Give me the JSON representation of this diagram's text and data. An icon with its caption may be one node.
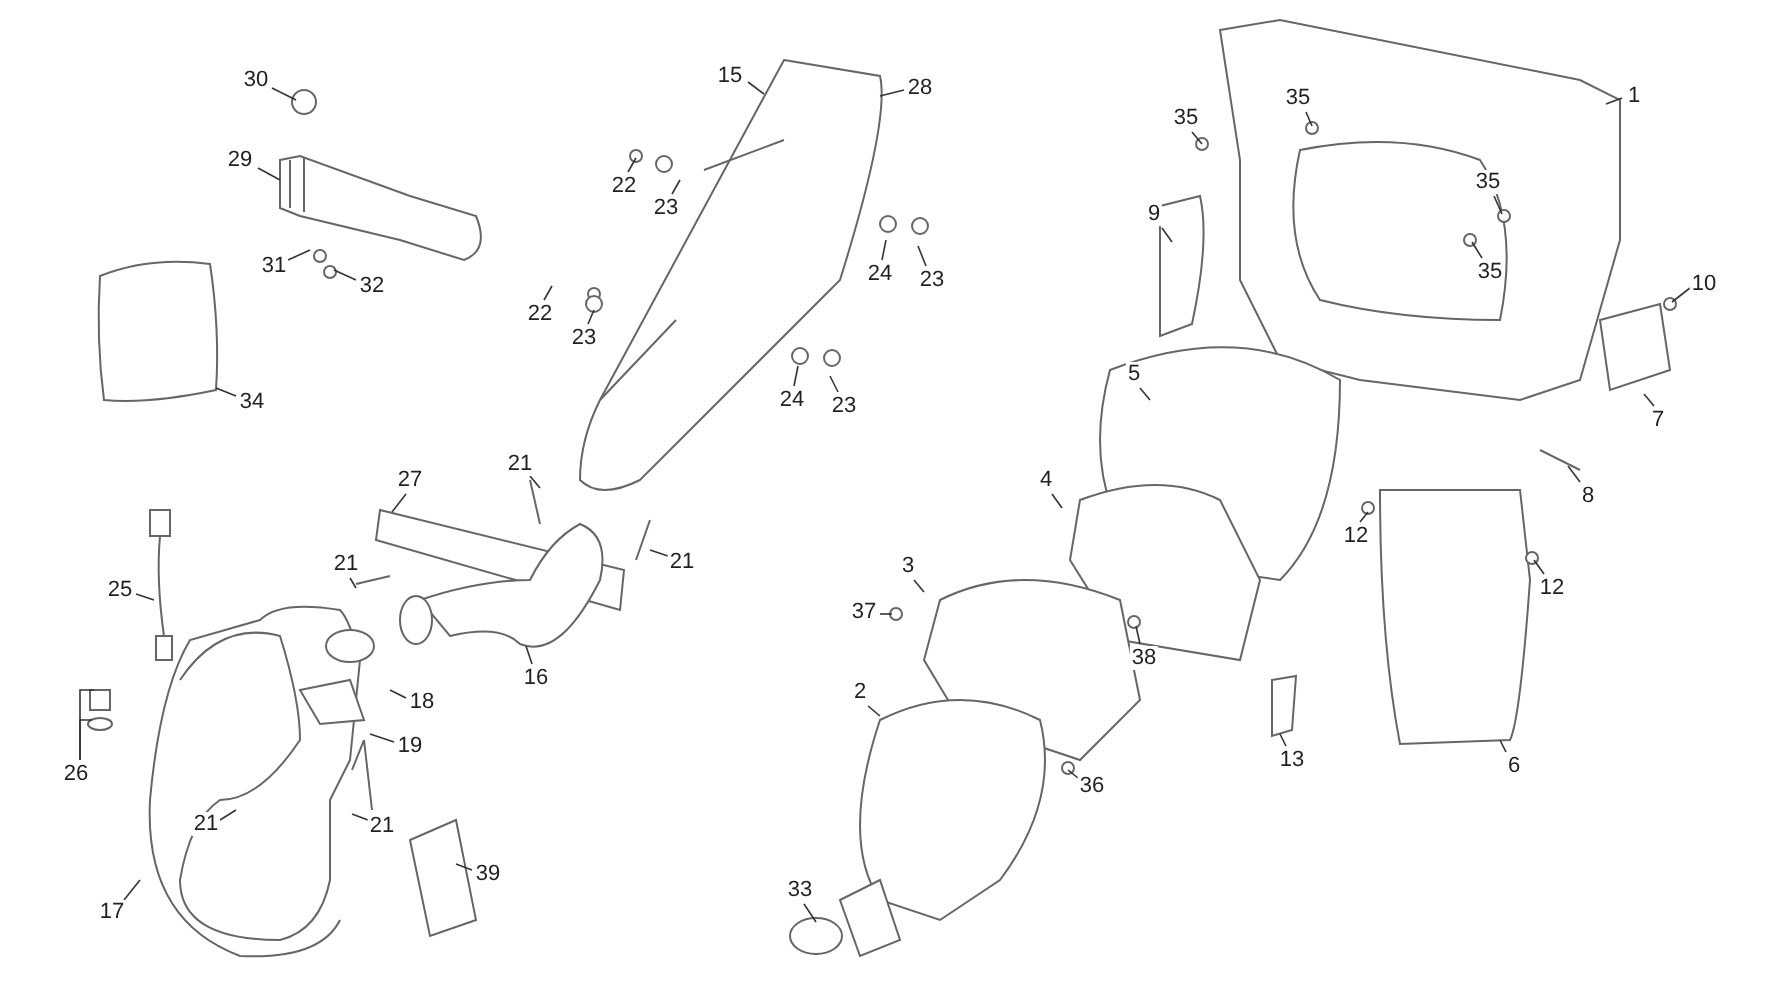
{
  "diagram": {
    "nodes": [
      {
        "text": [
          "30"
        ]
      },
      {
        "text": [
          "15"
        ]
      },
      {
        "text": [
          "28"
        ]
      },
      {
        "text": [
          "35"
        ]
      },
      {
        "text": [
          "1"
        ]
      },
      {
        "text": [
          "35"
        ]
      },
      {
        "text": [
          "29"
        ]
      },
      {
        "text": [
          "22"
        ]
      },
      {
        "text": [
          "23"
        ]
      },
      {
        "text": [
          "35"
        ]
      },
      {
        "text": [
          "9"
        ]
      },
      {
        "text": [
          "24"
        ]
      },
      {
        "text": [
          "23"
        ]
      },
      {
        "text": [
          "35"
        ]
      },
      {
        "text": [
          "31"
        ]
      },
      {
        "text": [
          "32"
        ]
      },
      {
        "text": [
          "10"
        ]
      },
      {
        "text": [
          "22"
        ]
      },
      {
        "text": [
          "23"
        ]
      },
      {
        "text": [
          "24"
        ]
      },
      {
        "text": [
          "23"
        ]
      },
      {
        "text": [
          "34"
        ]
      },
      {
        "text": [
          "5"
        ]
      },
      {
        "text": [
          "7"
        ]
      },
      {
        "text": [
          "8"
        ]
      },
      {
        "text": [
          "27"
        ]
      },
      {
        "text": [
          "21"
        ]
      },
      {
        "text": [
          "21"
        ]
      },
      {
        "text": [
          "4"
        ]
      },
      {
        "text": [
          "12"
        ]
      },
      {
        "text": [
          "12"
        ]
      },
      {
        "text": [
          "25"
        ]
      },
      {
        "text": [
          "21"
        ]
      },
      {
        "text": [
          "3"
        ]
      },
      {
        "text": [
          "37"
        ]
      },
      {
        "text": [
          "38"
        ]
      },
      {
        "text": [
          "16"
        ]
      },
      {
        "text": [
          "26"
        ]
      },
      {
        "text": [
          "18"
        ]
      },
      {
        "text": [
          "2"
        ]
      },
      {
        "text": [
          "19"
        ]
      },
      {
        "text": [
          "13"
        ]
      },
      {
        "text": [
          "6"
        ]
      },
      {
        "text": [
          "21"
        ]
      },
      {
        "text": [
          "21"
        ]
      },
      {
        "text": [
          "36"
        ]
      },
      {
        "text": [
          "39"
        ]
      },
      {
        "text": [
          "17"
        ]
      },
      {
        "text": [
          "33"
        ]
      }
    ],
    "edges": [
      {
        "from": 0,
        "to": null,
        "arrow": "none"
      },
      {
        "from": 1,
        "to": null,
        "arrow": "none"
      },
      {
        "from": 2,
        "to": null,
        "arrow": "none"
      },
      {
        "from": 3,
        "to": null,
        "arrow": "none"
      },
      {
        "from": 4,
        "to": null,
        "arrow": "none"
      },
      {
        "from": 5,
        "to": null,
        "arrow": "none"
      },
      {
        "from": 6,
        "to": null,
        "arrow": "none"
      },
      {
        "from": 7,
        "to": null,
        "arrow": "none"
      },
      {
        "from": 8,
        "to": null,
        "arrow": "none"
      },
      {
        "from": 9,
        "to": null,
        "arrow": "none"
      },
      {
        "from": 10,
        "to": null,
        "arrow": "none"
      },
      {
        "from": 11,
        "to": null,
        "arrow": "none"
      },
      {
        "from": 12,
        "to": null,
        "arrow": "none"
      },
      {
        "from": 13,
        "to": null,
        "arrow": "none"
      },
      {
        "from": 14,
        "to": null,
        "arrow": "none"
      },
      {
        "from": 15,
        "to": null,
        "arrow": "none"
      },
      {
        "from": 16,
        "to": null,
        "arrow": "none"
      },
      {
        "from": 17,
        "to": null,
        "arrow": "none"
      },
      {
        "from": 18,
        "to": null,
        "arrow": "none"
      },
      {
        "from": 19,
        "to": null,
        "arrow": "none"
      },
      {
        "from": 20,
        "to": null,
        "arrow": "none"
      },
      {
        "from": 21,
        "to": null,
        "arrow": "none"
      },
      {
        "from": 22,
        "to": null,
        "arrow": "none"
      },
      {
        "from": 23,
        "to": null,
        "arrow": "none"
      },
      {
        "from": 24,
        "to": null,
        "arrow": "none"
      },
      {
        "from": 25,
        "to": null,
        "arrow": "none"
      },
      {
        "from": 26,
        "to": null,
        "arrow": "none"
      },
      {
        "from": 27,
        "to": null,
        "arrow": "none"
      },
      {
        "from": 28,
        "to": null,
        "arrow": "none"
      },
      {
        "from": 29,
        "to": null,
        "arrow": "none"
      },
      {
        "from": 30,
        "to": null,
        "arrow": "none"
      },
      {
        "from": 31,
        "to": null,
        "arrow": "none"
      },
      {
        "from": 32,
        "to": null,
        "arrow": "none"
      },
      {
        "from": 33,
        "to": null,
        "arrow": "none"
      },
      {
        "from": 34,
        "to": null,
        "arrow": "none"
      },
      {
        "from": 35,
        "to": null,
        "arrow": "none"
      },
      {
        "from": 36,
        "to": null,
        "arrow": "none"
      },
      {
        "from": 37,
        "to": null,
        "arrow": "none"
      },
      {
        "from": 37,
        "to": null,
        "arrow": "none"
      },
      {
        "from": 38,
        "to": null,
        "arrow": "none"
      },
      {
        "from": 39,
        "to": null,
        "arrow": "none"
      },
      {
        "from": 40,
        "to": null,
        "arrow": "none"
      },
      {
        "from": 41,
        "to": null,
        "arrow": "none"
      },
      {
        "from": 42,
        "to": null,
        "arrow": "none"
      },
      {
        "from": 43,
        "to": null,
        "arrow": "none"
      },
      {
        "from": 44,
        "to": null,
        "arrow": "none"
      },
      {
        "from": 45,
        "to": null,
        "arrow": "none"
      },
      {
        "from": 46,
        "to": null,
        "arrow": "none"
      },
      {
        "from": 47,
        "to": null,
        "arrow": "none"
      },
      {
        "from": 48,
        "to": null,
        "arrow": "none"
      }
    ]
  }
}
